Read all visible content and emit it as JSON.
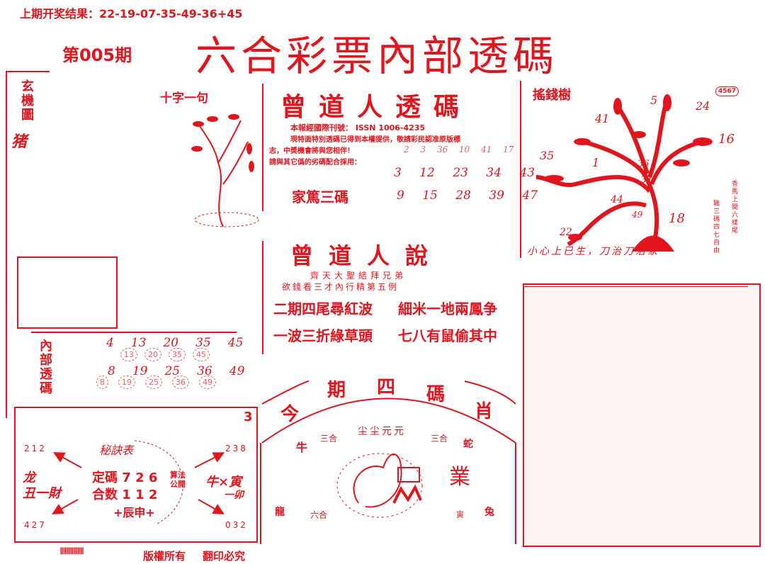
{
  "header": {
    "last_result_label": "上期开奖结果：",
    "last_result_numbers": "22-19-07-35-49-36+45",
    "issue": "第005期",
    "title": "六合彩票內部透碼"
  },
  "left_panel": {
    "mystery_label": "玄機圖",
    "mystery_answer": "猪",
    "cross_phrase": "十字一句",
    "inner_code_label": "內部透碼",
    "inner_code_rows": [
      [
        "4",
        "13",
        "20",
        "35",
        "45"
      ],
      [
        "8",
        "19",
        "25",
        "36",
        "49"
      ]
    ],
    "circle_rows": [
      [
        "13",
        "20",
        "35",
        "45"
      ],
      [
        "8",
        "19",
        "25",
        "36",
        "49"
      ]
    ]
  },
  "center_top": {
    "title": "曾道人透碼",
    "issn_line": "本報經國際刊號： ISSN 1006-4235",
    "notice_line1": "現特面特別透碼已得到本權提供，敬請彩民認准原版標",
    "notice_line2": "志，中奬機會將與您相伴！",
    "notice_line3": "請與其它僞的劣碼配合採用：",
    "faint_numbers": [
      "2",
      "3",
      "36",
      "10",
      "41",
      "17"
    ],
    "label_bottom": "家篤三碼",
    "numbers_row1": [
      "3",
      "12",
      "23",
      "34",
      "43"
    ],
    "numbers_row2": [
      "9",
      "15",
      "28",
      "39",
      "47"
    ]
  },
  "center_mid": {
    "title": "曾道人說",
    "sub1": "齊天大聖結拜兄弟",
    "sub2": "欲錢看三才內行精第五例",
    "line1a": "二期四尾尋紅波",
    "line1b": "細米一地兩鳳争",
    "line2a": "一波三折綠草頭",
    "line2b": "七八有鼠偷其中"
  },
  "center_bottom": {
    "arc_title": [
      "今",
      "期",
      "四",
      "碼",
      "肖"
    ],
    "zodiac_left": "牛",
    "sanhe_left": "三合",
    "sanhe_right": "三合",
    "zodiac_right": "蛇",
    "top_phrase": "尘尘元元",
    "big_char": "業",
    "bottom_left": "龍",
    "liuhe": "六合",
    "bottom_right_small": "寅",
    "bottom_right": "兔"
  },
  "money_tree": {
    "title": "搖錢樹",
    "badge": "4567",
    "side_text1": "香馬上開六樣尾",
    "side_text2": "職三碼四七自由",
    "numbers": [
      "41",
      "5",
      "24",
      "16",
      "35",
      "1",
      "36",
      "31",
      "44",
      "49",
      "18",
      "22"
    ],
    "bottom_text": "小心上已生，刀治刀治家"
  },
  "bottom_left": {
    "corner_number": "3",
    "heading": "秘訣表",
    "fixed_code_label": "定碼",
    "fixed_code_value": "7 2 6",
    "sum_label": "合数",
    "sum_value": "1 1 2",
    "method_label": "算法公開",
    "zodiac_pair": "+辰申+",
    "left_text1": "龙",
    "left_text2": "丑一財",
    "right_text1": "牛×寅",
    "right_text2": "一卯",
    "corner_codes": [
      "212",
      "238",
      "427",
      "032"
    ]
  },
  "footer": {
    "barcode": "||||||||||||||||||||",
    "copyright": "版權所有",
    "notice": "翻印必究"
  }
}
